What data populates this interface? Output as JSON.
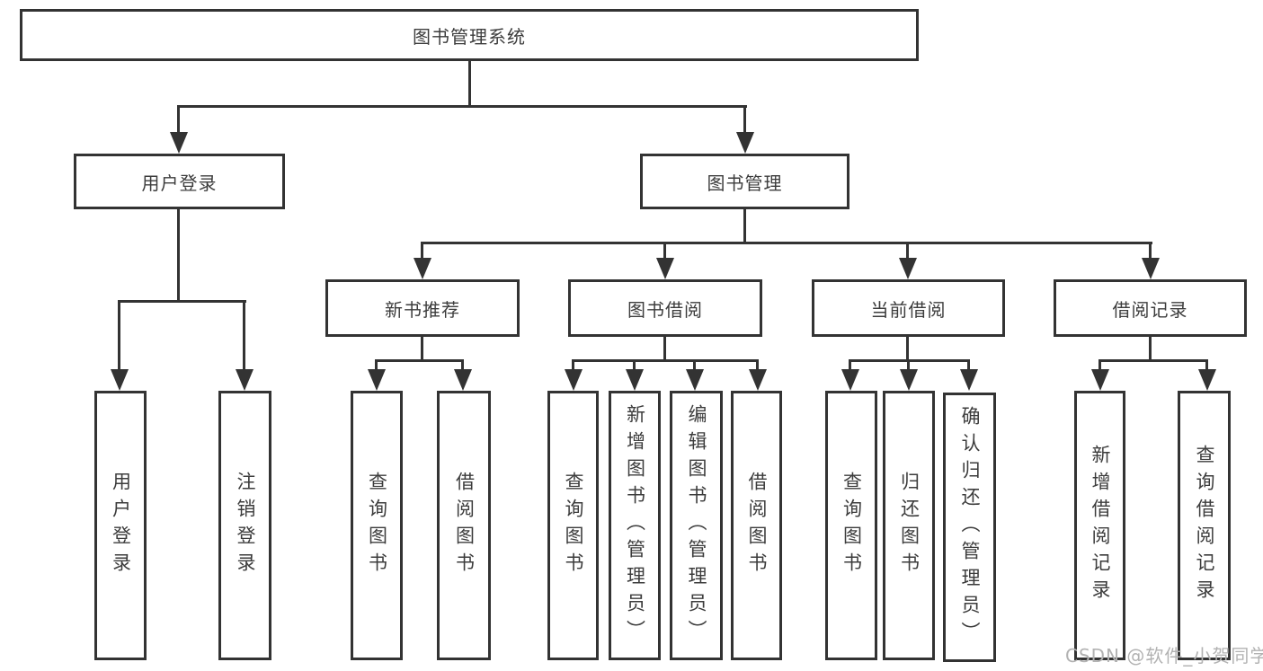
{
  "diagram": {
    "root": "图书管理系统",
    "level2": {
      "user_login": "用户登录",
      "book_management": "图书管理"
    },
    "level3": {
      "new_book_recommend": "新书推荐",
      "book_borrowing": "图书借阅",
      "current_borrowing": "当前借阅",
      "borrowing_records": "借阅记录"
    },
    "leaves": {
      "user_login": "用户登录",
      "logout": "注销登录",
      "recommend_query_books": "查询图书",
      "recommend_borrow_books": "借阅图书",
      "borrowing_query_books": "查询图书",
      "borrowing_add_books": "新增图书（管理员）",
      "borrowing_edit_books": "编辑图书（管理员）",
      "borrowing_borrow_books": "借阅图书",
      "current_query_books": "查询图书",
      "current_return_books": "归还图书",
      "current_confirm_return": "确认归还（管理员）",
      "records_add_record": "新增借阅记录",
      "records_query_record": "查询借阅记录"
    }
  },
  "watermark": "CSDN @软件_小贺同学",
  "colors": {
    "line": "#333333",
    "text": "#3c3c3c",
    "bg": "#ffffff",
    "watermark": "#b2b2b2"
  }
}
